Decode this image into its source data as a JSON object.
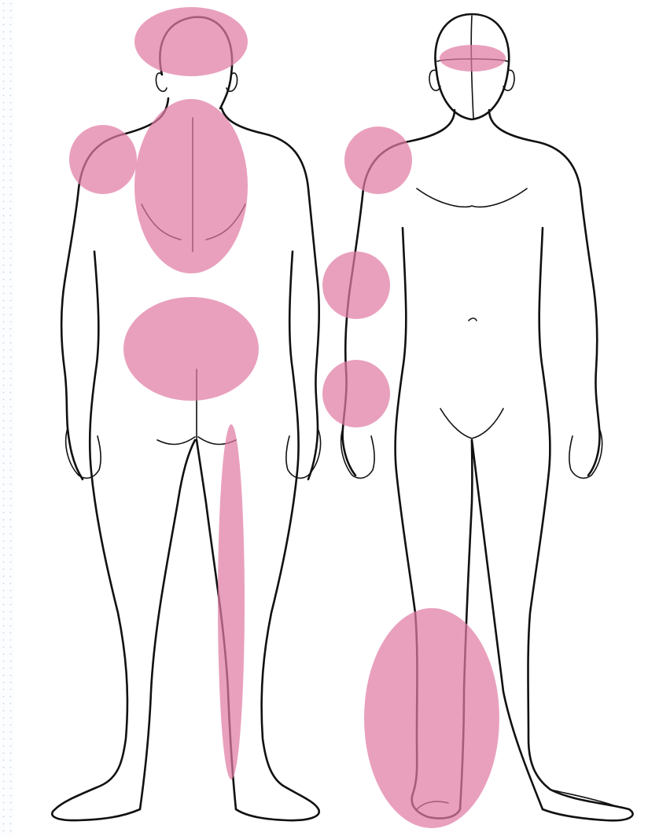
{
  "diagram": {
    "figures": [
      {
        "view": "back"
      },
      {
        "view": "front"
      }
    ],
    "marker_color": "#e07ba3",
    "line_color": "#111111",
    "regions": [
      {
        "figure": "back",
        "area": "head"
      },
      {
        "figure": "back",
        "area": "left-shoulder"
      },
      {
        "figure": "back",
        "area": "upper-back"
      },
      {
        "figure": "back",
        "area": "lower-back"
      },
      {
        "figure": "back",
        "area": "back-of-leg"
      },
      {
        "figure": "front",
        "area": "forehead"
      },
      {
        "figure": "front",
        "area": "shoulder"
      },
      {
        "figure": "front",
        "area": "elbow"
      },
      {
        "figure": "front",
        "area": "wrist"
      },
      {
        "figure": "front",
        "area": "lower-leg-and-foot"
      }
    ]
  }
}
